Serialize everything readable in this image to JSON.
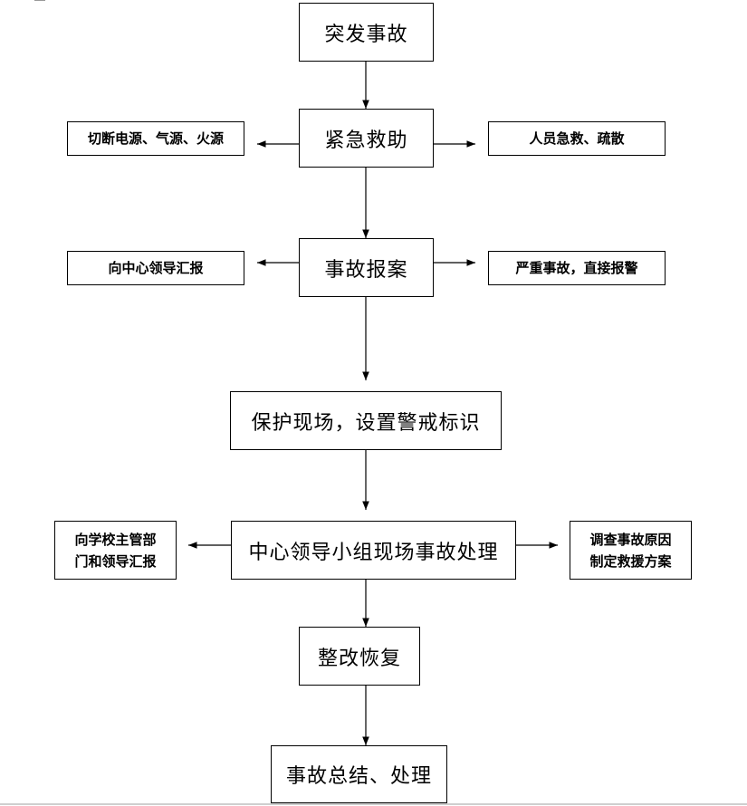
{
  "diagram": {
    "nodes": {
      "incident": "突发事故",
      "rescue": "紧急救助",
      "cut_power": "切断电源、气源、火源",
      "evacuate": "人员急救、疏散",
      "report_case": "事故报案",
      "report_center": "向中心领导汇报",
      "serious_alarm": "严重事故，直接报警",
      "protect_scene": "保护现场，设置警戒标识",
      "onsite_handling": "中心领导小组现场事故处理",
      "report_school_line1": "向学校主管部",
      "report_school_line2": "门和领导汇报",
      "investigate_line1": "调查事故原因",
      "investigate_line2": "制定救援方案",
      "rectify": "整改恢复",
      "summary": "事故总结、处理"
    }
  }
}
